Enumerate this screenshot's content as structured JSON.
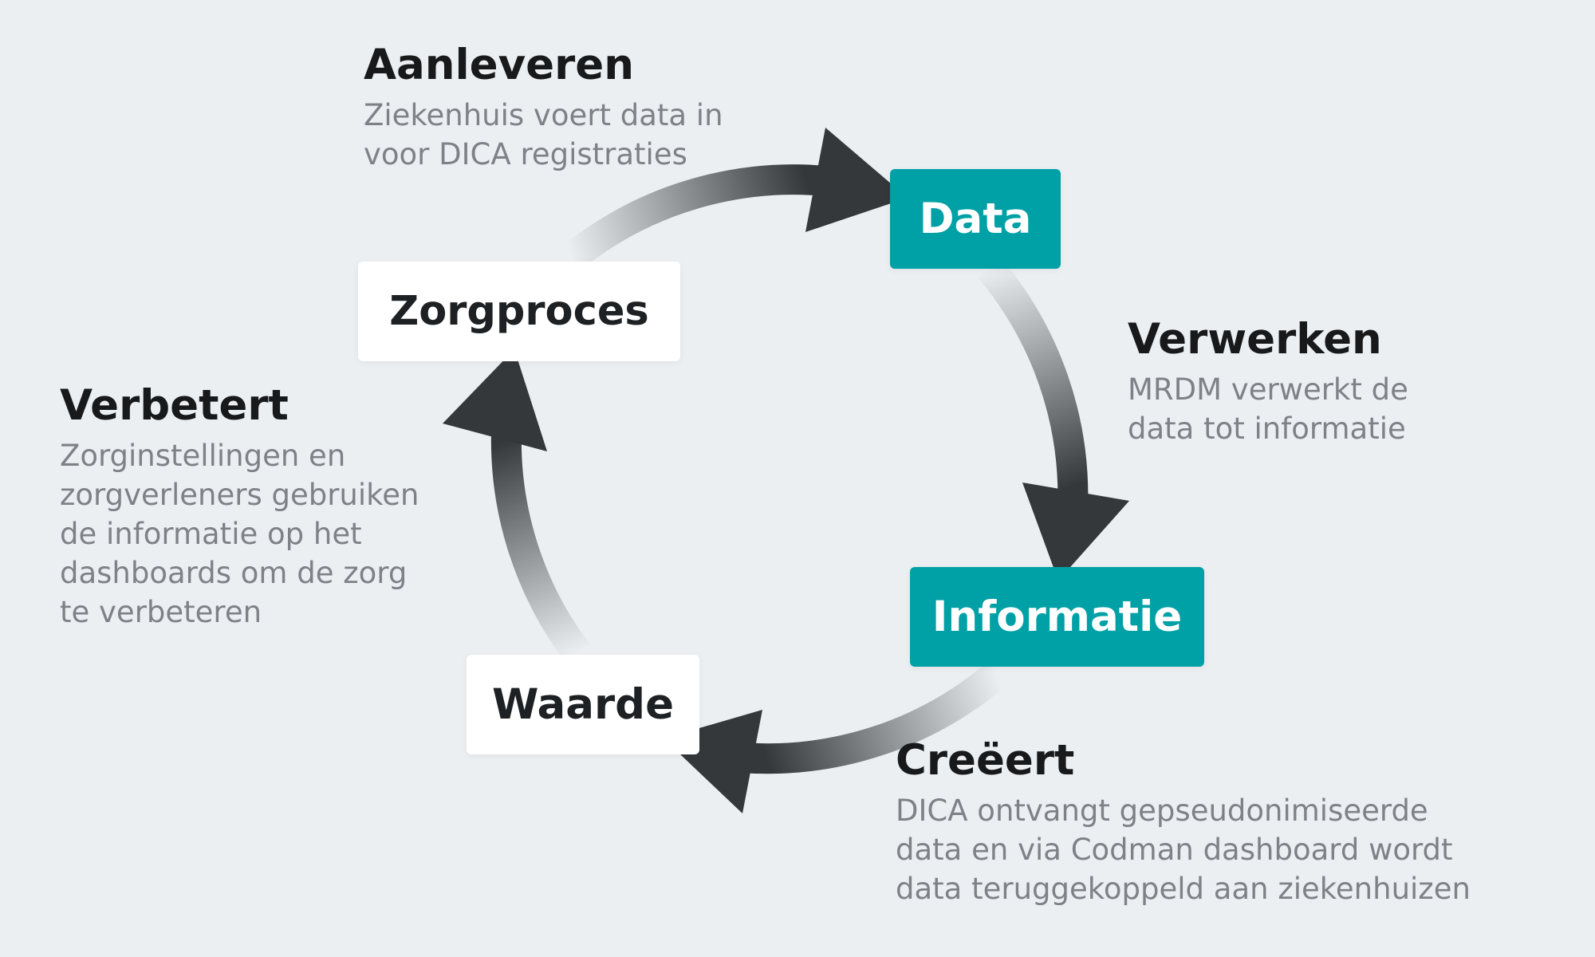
{
  "nodes": {
    "data": "Data",
    "informatie": "Informatie",
    "waarde": "Waarde",
    "zorgproces": "Zorgproces"
  },
  "steps": {
    "aanleveren": {
      "title": "Aanleveren",
      "desc": "Ziekenhuis voert data in\nvoor DICA registraties"
    },
    "verwerken": {
      "title": "Verwerken",
      "desc": "MRDM verwerkt de\ndata tot informatie"
    },
    "creeert": {
      "title": "Creëert",
      "desc": "DICA ontvangt gepseudonimiseerde\ndata en via Codman dashboard wordt\ndata teruggekoppeld aan ziekenhuizen"
    },
    "verbetert": {
      "title": "Verbetert",
      "desc": "Zorginstellingen en\nzorgverleners gebruiken\nde informatie op het\ndashboards om de zorg\nte verbeteren"
    }
  },
  "colors": {
    "background": "#ECEFF2",
    "teal": "#00A1A6",
    "arrow_dark": "#35383B",
    "title_text": "#17191B",
    "desc_text": "#7E8287"
  }
}
